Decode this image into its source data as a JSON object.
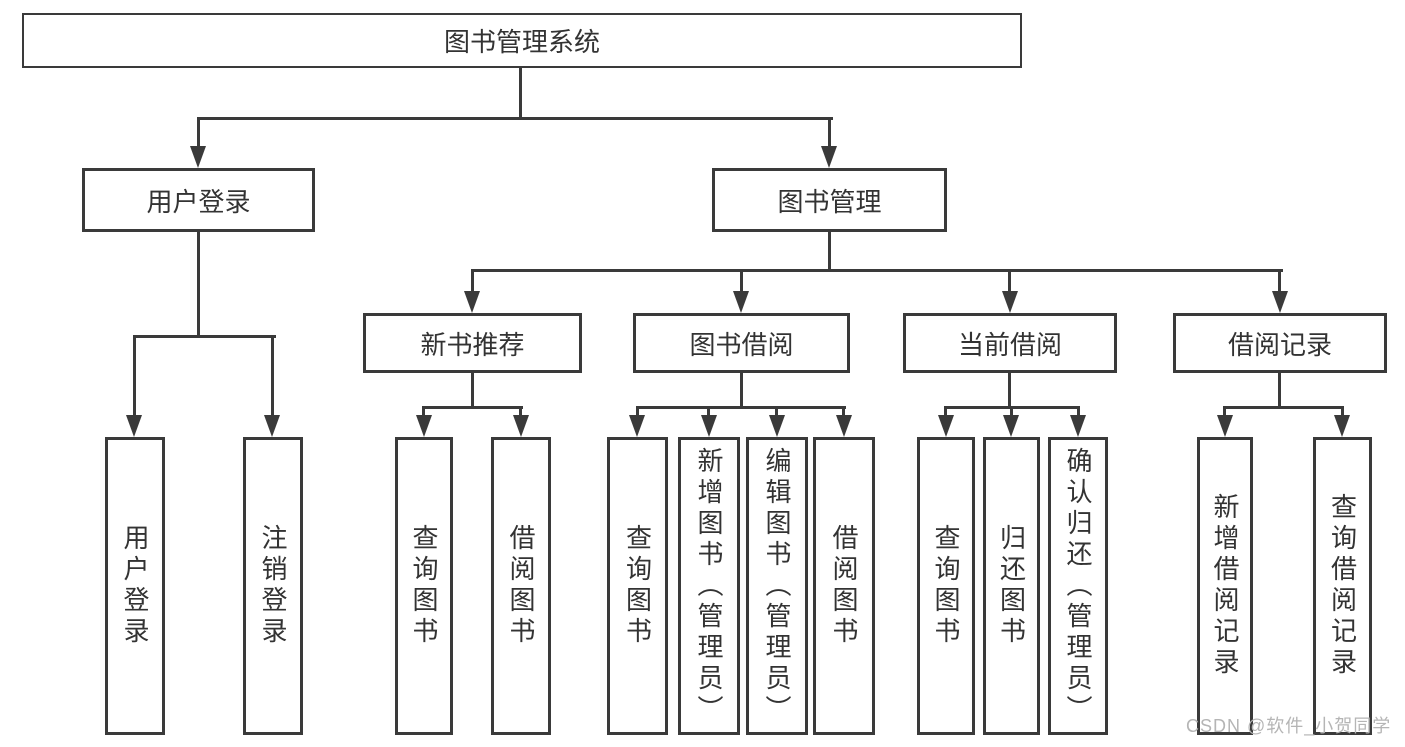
{
  "colors": {
    "line": "#3a3a3a",
    "box_border": "#3a3a3a",
    "box_background": "#ffffff",
    "text": "#333333",
    "watermark": "#b5b5b5"
  },
  "watermark": {
    "text": "CSDN @软件_小贺同学"
  },
  "tree": {
    "root": {
      "label": "图书管理系统"
    },
    "children": [
      {
        "label": "用户登录",
        "children": [
          {
            "label": "用户登录"
          },
          {
            "label": "注销登录"
          }
        ]
      },
      {
        "label": "图书管理",
        "children": [
          {
            "label": "新书推荐",
            "children": [
              {
                "label": "查询图书"
              },
              {
                "label": "借阅图书"
              }
            ]
          },
          {
            "label": "图书借阅",
            "children": [
              {
                "label": "查询图书"
              },
              {
                "label": "新增图书（管理员）"
              },
              {
                "label": "编辑图书（管理员）"
              },
              {
                "label": "借阅图书"
              }
            ]
          },
          {
            "label": "当前借阅",
            "children": [
              {
                "label": "查询图书"
              },
              {
                "label": "归还图书"
              },
              {
                "label": "确认归还（管理员）"
              }
            ]
          },
          {
            "label": "借阅记录",
            "children": [
              {
                "label": "新增借阅记录"
              },
              {
                "label": "查询借阅记录"
              }
            ]
          }
        ]
      }
    ]
  }
}
